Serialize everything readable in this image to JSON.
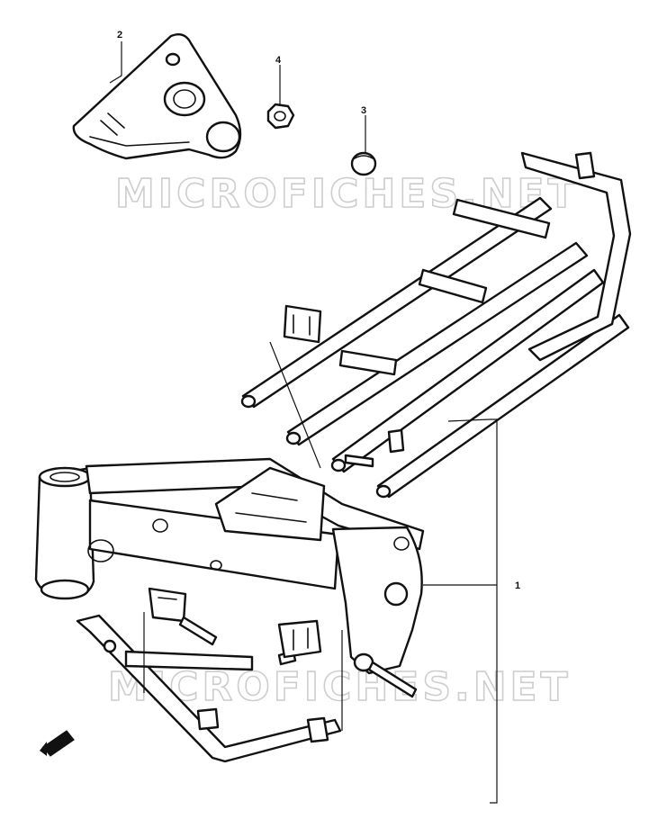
{
  "watermark": {
    "top_text": "MICROFICHES.NET",
    "bottom_text": "MICROFICHES.NET",
    "color": "#c8c8c8"
  },
  "callouts": [
    {
      "number": "1",
      "part": "frame"
    },
    {
      "number": "2",
      "part": "front-engine-mount-plate"
    },
    {
      "number": "3",
      "part": "plug-cap"
    },
    {
      "number": "4",
      "part": "nut"
    }
  ],
  "colors": {
    "ink": "#111111",
    "background": "#ffffff"
  }
}
